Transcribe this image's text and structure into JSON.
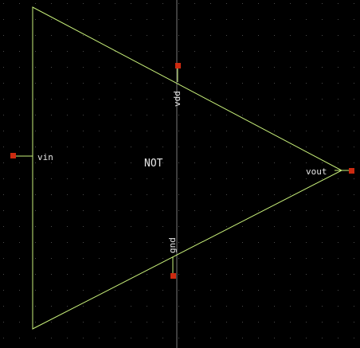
{
  "symbol": {
    "name": "NOT"
  },
  "pins": {
    "vin": "vin",
    "vout": "vout",
    "vdd": "vdd",
    "gnd": "gnd"
  },
  "colors": {
    "background": "#000000",
    "grid_dot": "#4a4a4a",
    "symbol_outline": "#c8f07a",
    "pin_marker": "#cc2a10",
    "label_text": "#e6e6e6",
    "axis_line": "#7a7a7a"
  }
}
